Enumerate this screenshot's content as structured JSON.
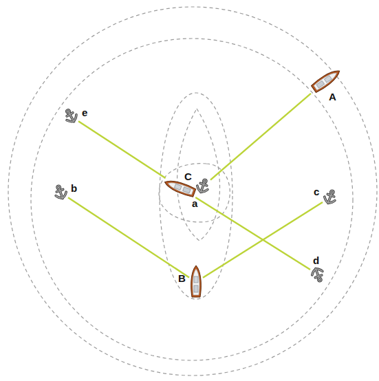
{
  "diagram": {
    "nodes": [
      {
        "text": [
          "A"
        ]
      },
      {
        "text": [
          "e"
        ]
      },
      {
        "text": [
          "C"
        ]
      },
      {
        "text": [
          "a"
        ]
      },
      {
        "text": [
          "b"
        ]
      },
      {
        "text": [
          "c"
        ]
      },
      {
        "text": [
          "d"
        ]
      },
      {
        "text": [
          "B"
        ]
      }
    ],
    "edges": [
      {
        "from": 0,
        "to": 3,
        "arrow": "none"
      },
      {
        "from": 2,
        "to": 1,
        "arrow": "none"
      },
      {
        "from": 2,
        "to": 6,
        "arrow": "none"
      },
      {
        "from": 7,
        "to": 4,
        "arrow": "none"
      },
      {
        "from": 7,
        "to": 5,
        "arrow": "none"
      }
    ]
  }
}
